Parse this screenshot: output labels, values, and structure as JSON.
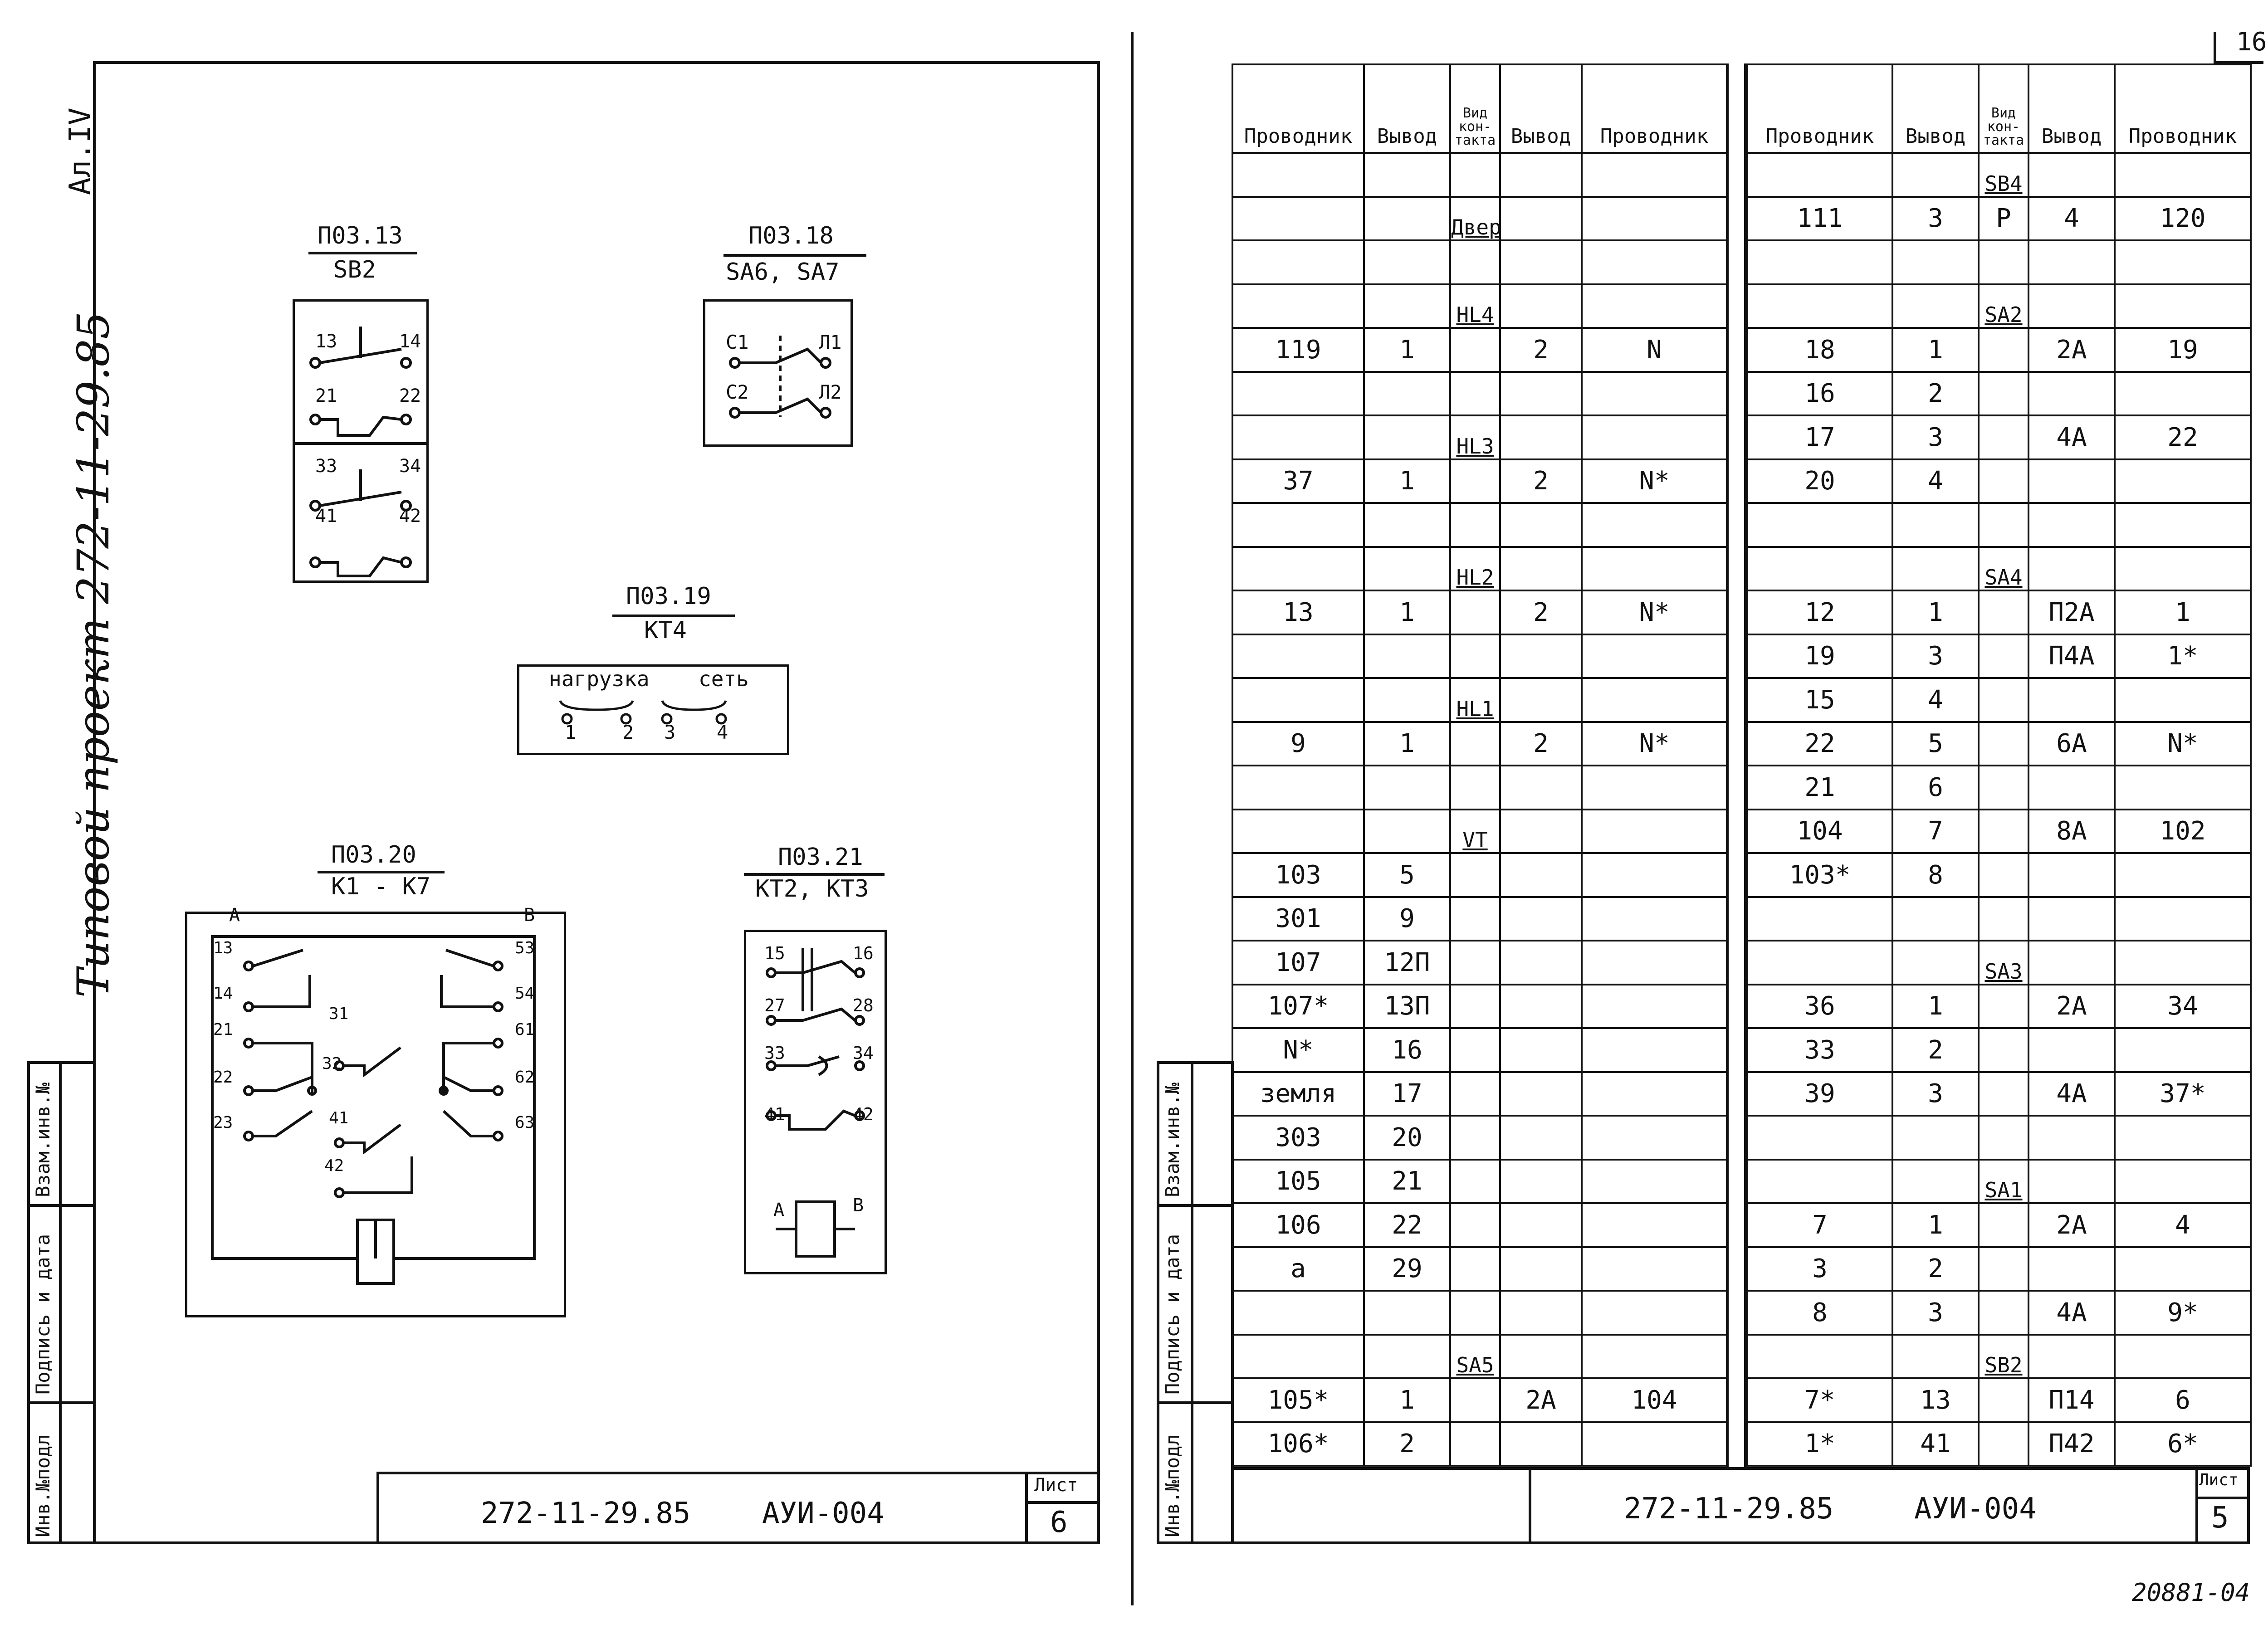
{
  "left_sheet": {
    "corner_label": "Ал.IV",
    "side_title": "Типовой проект 272-11-29.85",
    "side_columns": [
      "Инв.№подл",
      "Подпись и дата",
      "Взам.инв.№"
    ],
    "blocks": [
      {
        "id": "p03_13",
        "pos": "П03.13",
        "device": "SB2",
        "terminals": [
          "13",
          "14",
          "21",
          "22",
          "33",
          "34",
          "41",
          "42"
        ]
      },
      {
        "id": "p03_18",
        "pos": "П03.18",
        "device": "SA6, SA7",
        "terminals": [
          "C1",
          "Л1",
          "C2",
          "Л2"
        ]
      },
      {
        "id": "p03_19",
        "pos": "П03.19",
        "device": "КТ4",
        "group_labels": [
          "нагрузка",
          "сеть"
        ],
        "terminals": [
          "1",
          "2",
          "3",
          "4"
        ]
      },
      {
        "id": "p03_20",
        "pos": "П03.20",
        "device": "К1 - К7",
        "coil_labels": [
          "A",
          "B"
        ],
        "terminals": [
          "13",
          "14",
          "21",
          "22",
          "23",
          "31",
          "32",
          "41",
          "42",
          "53",
          "54",
          "61",
          "62",
          "63"
        ]
      },
      {
        "id": "p03_21",
        "pos": "П03.21",
        "device": "КТ2, КТ3",
        "coil_labels": [
          "A",
          "B"
        ],
        "terminals": [
          "15",
          "16",
          "27",
          "28",
          "33",
          "34",
          "41",
          "42"
        ]
      }
    ],
    "stamp": {
      "code": "272-11-29.85",
      "doc": "АУИ-004",
      "sheet_label": "Лист",
      "sheet_no": "6"
    }
  },
  "right_sheet": {
    "corner_label": "16",
    "side_columns": [
      "Инв.№подл",
      "Подпись и дата",
      "Взам.инв.№"
    ],
    "headers": [
      "Проводник",
      "Вывод",
      "Вид кон-такта",
      "Вывод",
      "Проводник"
    ],
    "left_table": [
      [
        "",
        "",
        "",
        "",
        ""
      ],
      [
        "",
        "",
        "Дверь",
        "",
        ""
      ],
      [
        "",
        "",
        "",
        "",
        ""
      ],
      [
        "",
        "",
        "HL4",
        "",
        ""
      ],
      [
        "119",
        "1",
        "",
        "2",
        "N"
      ],
      [
        "",
        "",
        "",
        "",
        ""
      ],
      [
        "",
        "",
        "HL3",
        "",
        ""
      ],
      [
        "37",
        "1",
        "",
        "2",
        "N*"
      ],
      [
        "",
        "",
        "",
        "",
        ""
      ],
      [
        "",
        "",
        "HL2",
        "",
        ""
      ],
      [
        "13",
        "1",
        "",
        "2",
        "N*"
      ],
      [
        "",
        "",
        "",
        "",
        ""
      ],
      [
        "",
        "",
        "HL1",
        "",
        ""
      ],
      [
        "9",
        "1",
        "",
        "2",
        "N*"
      ],
      [
        "",
        "",
        "",
        "",
        ""
      ],
      [
        "",
        "",
        "VT",
        "",
        ""
      ],
      [
        "103",
        "5",
        "",
        "",
        ""
      ],
      [
        "301",
        "9",
        "",
        "",
        ""
      ],
      [
        "107",
        "12П",
        "",
        "",
        ""
      ],
      [
        "107*",
        "13П",
        "",
        "",
        ""
      ],
      [
        "N*",
        "16",
        "",
        "",
        ""
      ],
      [
        "земля",
        "17",
        "",
        "",
        ""
      ],
      [
        "303",
        "20",
        "",
        "",
        ""
      ],
      [
        "105",
        "21",
        "",
        "",
        ""
      ],
      [
        "106",
        "22",
        "",
        "",
        ""
      ],
      [
        "a",
        "29",
        "",
        "",
        ""
      ],
      [
        "",
        "",
        "",
        "",
        ""
      ],
      [
        "",
        "",
        "SA5",
        "",
        ""
      ],
      [
        "105*",
        "1",
        "",
        "2A",
        "104"
      ],
      [
        "106*",
        "2",
        "",
        "",
        ""
      ]
    ],
    "right_table": [
      [
        "",
        "",
        "SB4",
        "",
        ""
      ],
      [
        "111",
        "3",
        "P",
        "4",
        "120"
      ],
      [
        "",
        "",
        "",
        "",
        ""
      ],
      [
        "",
        "",
        "SA2",
        "",
        ""
      ],
      [
        "18",
        "1",
        "",
        "2A",
        "19"
      ],
      [
        "16",
        "2",
        "",
        "",
        ""
      ],
      [
        "17",
        "3",
        "",
        "4A",
        "22"
      ],
      [
        "20",
        "4",
        "",
        "",
        ""
      ],
      [
        "",
        "",
        "",
        "",
        ""
      ],
      [
        "",
        "",
        "SA4",
        "",
        ""
      ],
      [
        "12",
        "1",
        "",
        "П2A",
        "1"
      ],
      [
        "19",
        "3",
        "",
        "П4A",
        "1*"
      ],
      [
        "15",
        "4",
        "",
        "",
        ""
      ],
      [
        "22",
        "5",
        "",
        "6A",
        "N*"
      ],
      [
        "21",
        "6",
        "",
        "",
        ""
      ],
      [
        "104",
        "7",
        "",
        "8A",
        "102"
      ],
      [
        "103*",
        "8",
        "",
        "",
        ""
      ],
      [
        "",
        "",
        "",
        "",
        ""
      ],
      [
        "",
        "",
        "SA3",
        "",
        ""
      ],
      [
        "36",
        "1",
        "",
        "2A",
        "34"
      ],
      [
        "33",
        "2",
        "",
        "",
        ""
      ],
      [
        "39",
        "3",
        "",
        "4A",
        "37*"
      ],
      [
        "",
        "",
        "",
        "",
        ""
      ],
      [
        "",
        "",
        "SA1",
        "",
        ""
      ],
      [
        "7",
        "1",
        "",
        "2A",
        "4"
      ],
      [
        "3",
        "2",
        "",
        "",
        ""
      ],
      [
        "8",
        "3",
        "",
        "4A",
        "9*"
      ],
      [
        "",
        "",
        "SB2",
        "",
        ""
      ],
      [
        "7*",
        "13",
        "",
        "П14",
        "6"
      ],
      [
        "1*",
        "41",
        "",
        "П42",
        "6*"
      ]
    ],
    "stamp": {
      "code": "272-11-29.85",
      "doc": "АУИ-004",
      "sheet_label": "Лист",
      "sheet_no": "5"
    }
  },
  "footer_code": "20881-04"
}
